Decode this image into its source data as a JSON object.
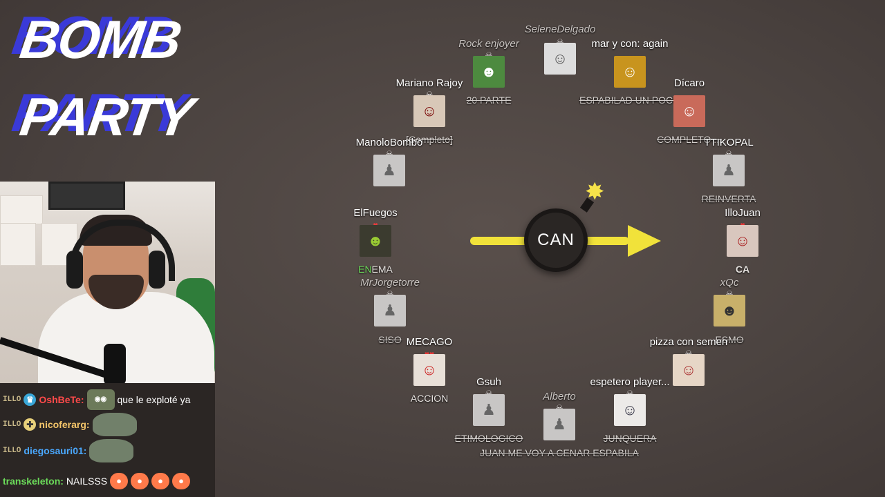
{
  "logo": {
    "line1": "BOMB",
    "line2": "PARTY"
  },
  "bomb": {
    "syllable": "CAN"
  },
  "players": [
    {
      "id": "selene",
      "name": "SeleneDelgado",
      "dead": true,
      "word": "",
      "avatar": "face-icon"
    },
    {
      "id": "rock",
      "name": "Rock enjoyer",
      "dead": true,
      "word": "20 PARTE",
      "struck": true,
      "avatar": "frog-icon"
    },
    {
      "id": "mar",
      "name": "mar y con: again",
      "dead": false,
      "word": "ESPABILAD UN POCO",
      "struck": true,
      "avatar": "face-icon"
    },
    {
      "id": "mariano",
      "name": "Mariano Rajoy",
      "dead": false,
      "word": "[Completo]",
      "struck": true,
      "avatar": "face-icon"
    },
    {
      "id": "dicaro",
      "name": "Dícaro",
      "dead": false,
      "word": "COMPLETO ...",
      "struck": true,
      "avatar": "face-icon"
    },
    {
      "id": "manolo",
      "name": "ManoloBombo",
      "dead": false,
      "word": "",
      "avatar": "silhouette-icon"
    },
    {
      "id": "ttikopal",
      "name": "TTIKOPAL",
      "dead": false,
      "word": "REINVERTA",
      "struck": true,
      "avatar": "silhouette-icon"
    },
    {
      "id": "elfuegos",
      "name": "ElFuegos",
      "dead": false,
      "word_hl": "EN",
      "word_rest": "EMA",
      "avatar": "face-icon"
    },
    {
      "id": "illojuan",
      "name": "IlloJuan",
      "dead": false,
      "word": "CA",
      "avatar": "face-icon"
    },
    {
      "id": "mrjorge",
      "name": "MrJorgetorre",
      "dead": true,
      "word": "SISO",
      "struck": true,
      "avatar": "silhouette-icon"
    },
    {
      "id": "xqc",
      "name": "xQc",
      "dead": true,
      "word_hl": "",
      "word": "ESMO",
      "struck": true,
      "avatar": "face-icon"
    },
    {
      "id": "mecago",
      "name": "MECAGO",
      "dead": false,
      "word": "ACCION",
      "avatar": "face-icon"
    },
    {
      "id": "pizza",
      "name": "pizza con semen",
      "dead": false,
      "word": "",
      "avatar": "face-icon"
    },
    {
      "id": "gsuh",
      "name": "Gsuh",
      "dead": false,
      "word": "ETIMOLOGICO",
      "struck": true,
      "avatar": "silhouette-icon"
    },
    {
      "id": "espetero",
      "name": "espetero player...",
      "dead": false,
      "word": "JUNQUERA",
      "struck": true,
      "avatar": "face-icon"
    },
    {
      "id": "alberto",
      "name": "Alberto",
      "dead": true,
      "word": "JUAN ME VOY A CENAR ESPABILA",
      "struck": true,
      "avatar": "silhouette-icon"
    }
  ],
  "chat": [
    {
      "user": "OshBeTe:",
      "color": "#ff4a4a",
      "message": "que le exploté ya",
      "emotes": 1
    },
    {
      "user": "nicoferarg:",
      "color": "#f5c66a",
      "message": "",
      "emotes": 1
    },
    {
      "user": "diegosauri01:",
      "color": "#4aa8ff",
      "message": "",
      "emotes": 1
    },
    {
      "user": "transkeleton:",
      "color": "#6cdc5a",
      "message": "NAILSSS",
      "emotes": 4
    }
  ],
  "colors": {
    "background": "#4b4340",
    "arrow": "#f1e23a",
    "highlight": "#6cdc5a"
  }
}
